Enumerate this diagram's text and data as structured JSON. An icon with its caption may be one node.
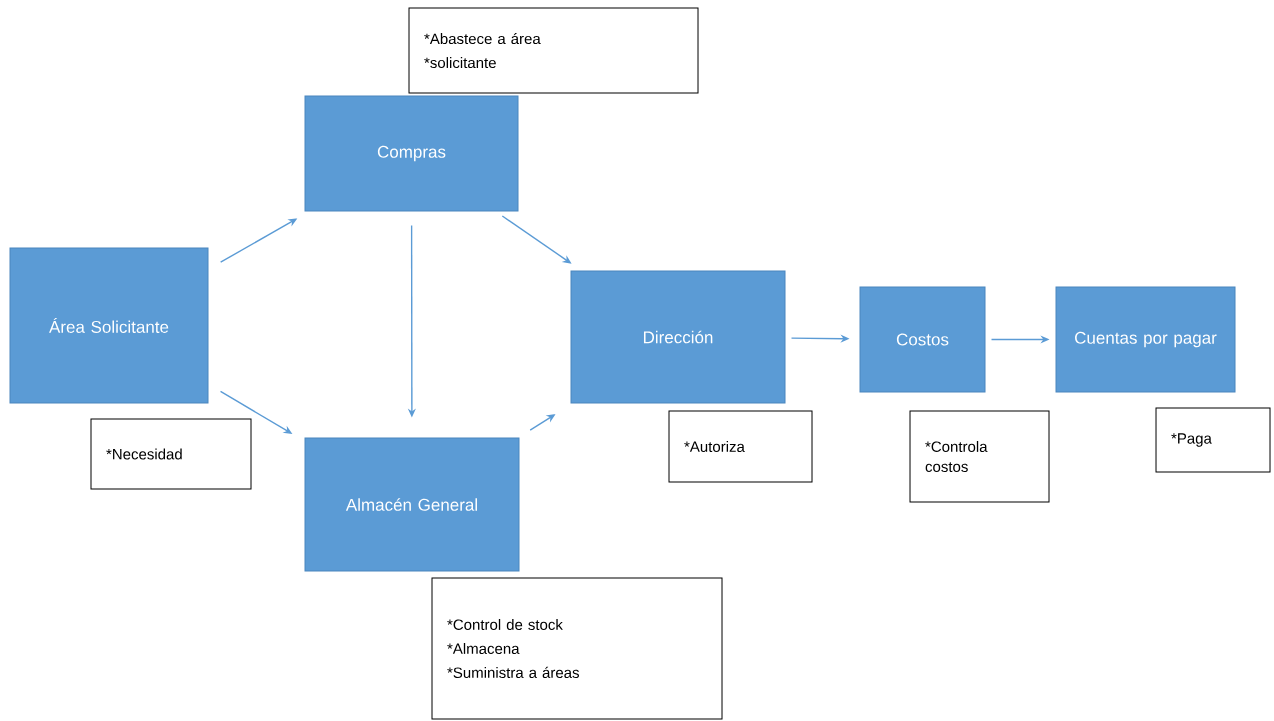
{
  "diagram": {
    "nodes": [
      {
        "text": [
          "Área Solicitante"
        ]
      },
      {
        "text": [
          "Compras"
        ]
      },
      {
        "text": [
          "Almacén General"
        ]
      },
      {
        "text": [
          "Dirección"
        ]
      },
      {
        "text": [
          "Costos"
        ]
      },
      {
        "text": [
          "Cuentas por pagar"
        ]
      },
      {
        "text": [
          "*Abastece a área",
          "*solicitante"
        ]
      },
      {
        "text": [
          "*Necesidad"
        ]
      },
      {
        "text": [
          "*Control de stock",
          "*Almacena",
          "*Suministra a áreas"
        ]
      },
      {
        "text": [
          "*Autoriza"
        ]
      },
      {
        "text": [
          "*Controla costos"
        ]
      },
      {
        "text": [
          "*Paga"
        ]
      }
    ],
    "edges": [
      {
        "from": 0,
        "to": 1,
        "arrow": "to"
      },
      {
        "from": 0,
        "to": 2,
        "arrow": "to"
      },
      {
        "from": 1,
        "to": 2,
        "arrow": "to"
      },
      {
        "from": 1,
        "to": 3,
        "arrow": "to"
      },
      {
        "from": 2,
        "to": 3,
        "arrow": "to"
      },
      {
        "from": 3,
        "to": 4,
        "arrow": "to"
      },
      {
        "from": 4,
        "to": 5,
        "arrow": "to"
      }
    ]
  }
}
